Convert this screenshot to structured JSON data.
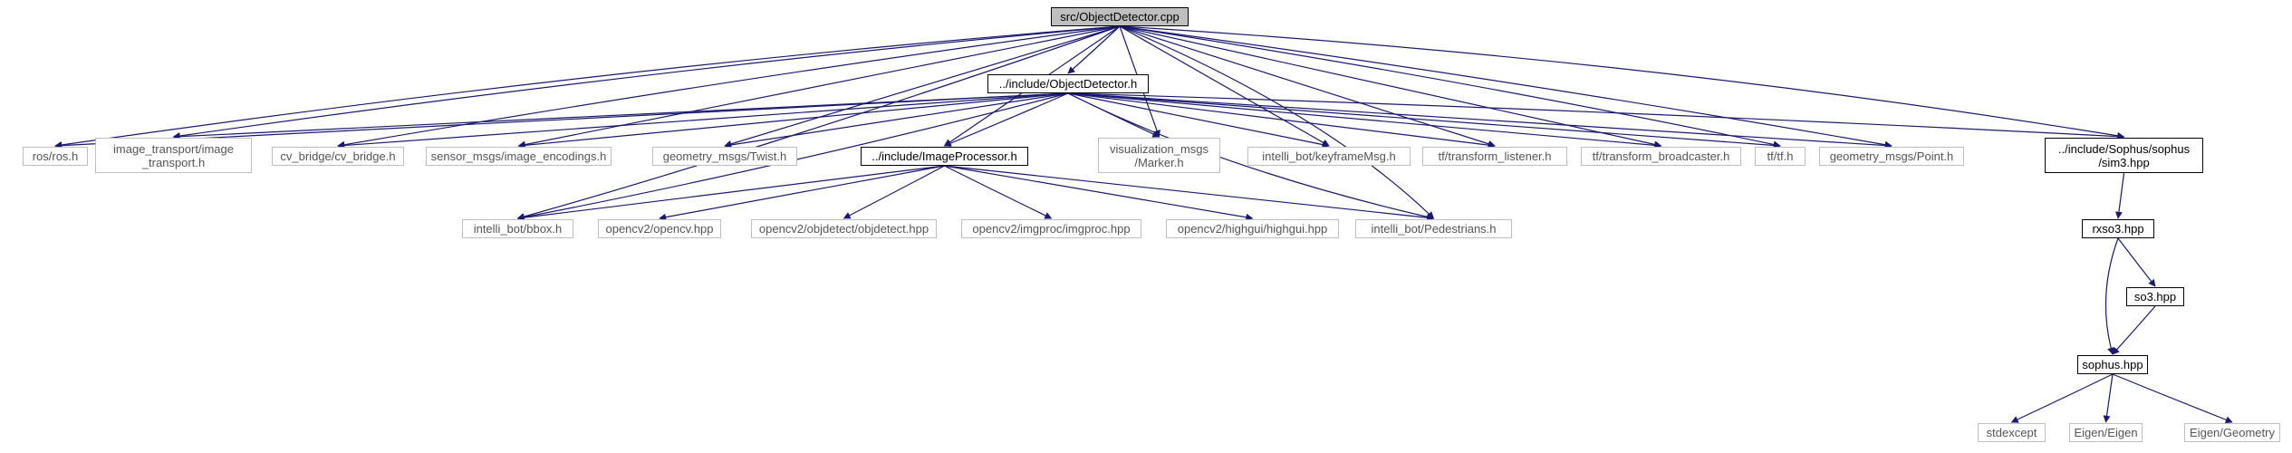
{
  "graph": {
    "nodes": [
      {
        "id": "root",
        "label": "src/ObjectDetector.cpp",
        "kind": "root"
      },
      {
        "id": "od_h",
        "label": "../include/ObjectDetector.h",
        "kind": "internal"
      },
      {
        "id": "ros",
        "label": "ros/ros.h",
        "kind": "external"
      },
      {
        "id": "image_transport",
        "label": "image_transport/image\n_transport.h",
        "kind": "external"
      },
      {
        "id": "cv_bridge",
        "label": "cv_bridge/cv_bridge.h",
        "kind": "external"
      },
      {
        "id": "image_encodings",
        "label": "sensor_msgs/image_encodings.h",
        "kind": "external"
      },
      {
        "id": "twist",
        "label": "geometry_msgs/Twist.h",
        "kind": "external"
      },
      {
        "id": "ip_h",
        "label": "../include/ImageProcessor.h",
        "kind": "internal"
      },
      {
        "id": "marker",
        "label": "visualization_msgs\n/Marker.h",
        "kind": "external"
      },
      {
        "id": "keyframe",
        "label": "intelli_bot/keyframeMsg.h",
        "kind": "external"
      },
      {
        "id": "tf_listener",
        "label": "tf/transform_listener.h",
        "kind": "external"
      },
      {
        "id": "tf_broadcaster",
        "label": "tf/transform_broadcaster.h",
        "kind": "external"
      },
      {
        "id": "tf",
        "label": "tf/tf.h",
        "kind": "external"
      },
      {
        "id": "point",
        "label": "geometry_msgs/Point.h",
        "kind": "external"
      },
      {
        "id": "sim3",
        "label": "../include/Sophus/sophus\n/sim3.hpp",
        "kind": "internal"
      },
      {
        "id": "bbox",
        "label": "intelli_bot/bbox.h",
        "kind": "external"
      },
      {
        "id": "opencv",
        "label": "opencv2/opencv.hpp",
        "kind": "external"
      },
      {
        "id": "objdetect",
        "label": "opencv2/objdetect/objdetect.hpp",
        "kind": "external"
      },
      {
        "id": "imgproc",
        "label": "opencv2/imgproc/imgproc.hpp",
        "kind": "external"
      },
      {
        "id": "highgui",
        "label": "opencv2/highgui/highgui.hpp",
        "kind": "external"
      },
      {
        "id": "pedestrians",
        "label": "intelli_bot/Pedestrians.h",
        "kind": "external"
      },
      {
        "id": "rxso3",
        "label": "rxso3.hpp",
        "kind": "internal"
      },
      {
        "id": "so3",
        "label": "so3.hpp",
        "kind": "internal"
      },
      {
        "id": "sophus",
        "label": "sophus.hpp",
        "kind": "internal"
      },
      {
        "id": "stdexcept",
        "label": "stdexcept",
        "kind": "external"
      },
      {
        "id": "eigen",
        "label": "Eigen/Eigen",
        "kind": "external"
      },
      {
        "id": "geometry",
        "label": "Eigen/Geometry",
        "kind": "external"
      }
    ],
    "edges": [
      [
        "root",
        "od_h"
      ],
      [
        "root",
        "ros"
      ],
      [
        "root",
        "image_transport"
      ],
      [
        "root",
        "cv_bridge"
      ],
      [
        "root",
        "image_encodings"
      ],
      [
        "root",
        "twist"
      ],
      [
        "root",
        "ip_h"
      ],
      [
        "root",
        "marker"
      ],
      [
        "root",
        "keyframe"
      ],
      [
        "root",
        "tf_listener"
      ],
      [
        "root",
        "tf_broadcaster"
      ],
      [
        "root",
        "tf"
      ],
      [
        "root",
        "point"
      ],
      [
        "root",
        "sim3"
      ],
      [
        "root",
        "bbox"
      ],
      [
        "root",
        "pedestrians"
      ],
      [
        "od_h",
        "ros"
      ],
      [
        "od_h",
        "image_transport"
      ],
      [
        "od_h",
        "cv_bridge"
      ],
      [
        "od_h",
        "image_encodings"
      ],
      [
        "od_h",
        "twist"
      ],
      [
        "od_h",
        "ip_h"
      ],
      [
        "od_h",
        "marker"
      ],
      [
        "od_h",
        "keyframe"
      ],
      [
        "od_h",
        "tf_listener"
      ],
      [
        "od_h",
        "tf_broadcaster"
      ],
      [
        "od_h",
        "tf"
      ],
      [
        "od_h",
        "point"
      ],
      [
        "od_h",
        "sim3"
      ],
      [
        "od_h",
        "bbox"
      ],
      [
        "od_h",
        "pedestrians"
      ],
      [
        "ip_h",
        "bbox"
      ],
      [
        "ip_h",
        "opencv"
      ],
      [
        "ip_h",
        "objdetect"
      ],
      [
        "ip_h",
        "imgproc"
      ],
      [
        "ip_h",
        "highgui"
      ],
      [
        "ip_h",
        "pedestrians"
      ],
      [
        "sim3",
        "rxso3"
      ],
      [
        "rxso3",
        "so3"
      ],
      [
        "rxso3",
        "sophus"
      ],
      [
        "so3",
        "sophus"
      ],
      [
        "sophus",
        "stdexcept"
      ],
      [
        "sophus",
        "eigen"
      ],
      [
        "sophus",
        "geometry"
      ]
    ]
  },
  "colors": {
    "edge": "#191970",
    "external_border": "#bfbfbf",
    "external_text": "#555555",
    "internal_border": "#000000",
    "root_fill": "#bfbfbf"
  }
}
